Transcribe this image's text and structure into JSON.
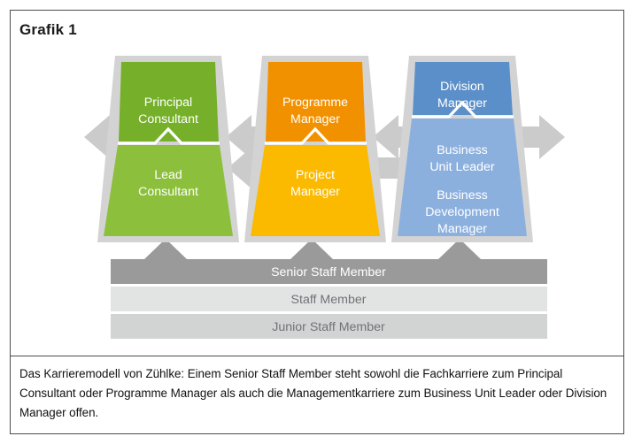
{
  "figure": {
    "title": "Grafik 1",
    "caption": "Das Karrieremodell von Zühlke: Einem Senior Staff Member steht sowohl die Fachkarriere zum Principal Consultant oder Programme Manager als auch die Managementkarriere zum Business Unit Leader oder Division Manager offen."
  },
  "colors": {
    "border": "#4d4d4d",
    "title": "#1a1a1a",
    "caption": "#111111",
    "green_dark": "#76b02a",
    "green_light": "#8cc03c",
    "orange_dark": "#f29100",
    "orange_light": "#fbba00",
    "blue_dark": "#5b8fc9",
    "blue_light": "#8cb0de",
    "column_outline": "#d0d0d0",
    "arrow": "#cccccc",
    "bar_senior_bg": "#9a9a9a",
    "bar_senior_text": "#ffffff",
    "bar_staff_bg": "#e2e3e3",
    "bar_junior_bg": "#d2d4d4",
    "bar_text_grey": "#6f7375",
    "divider": "#ffffff"
  },
  "columns": [
    {
      "id": "consultant-column",
      "accent": "green",
      "top": {
        "name": "principal-consultant",
        "lines": [
          "Principal",
          "Consultant"
        ],
        "color": "#76b02a"
      },
      "bottom": {
        "name": "lead-consultant",
        "lines": [
          "Lead",
          "Consultant"
        ],
        "color": "#8cc03c"
      }
    },
    {
      "id": "manager-column",
      "accent": "orange",
      "top": {
        "name": "programme-manager",
        "lines": [
          "Programme",
          "Manager"
        ],
        "color": "#f29100"
      },
      "bottom": {
        "name": "project-manager",
        "lines": [
          "Project",
          "Manager"
        ],
        "color": "#fbba00"
      }
    },
    {
      "id": "management-column",
      "accent": "blue",
      "top": {
        "name": "division-manager",
        "lines": [
          "Division",
          "Manager"
        ],
        "color": "#5b8fc9"
      },
      "bottom": {
        "name": "business-unit-leader",
        "lines": [
          "Business",
          "Unit Leader",
          "",
          "Business",
          "Development",
          "Manager"
        ],
        "color": "#8cb0de"
      }
    }
  ],
  "base_bars": [
    {
      "id": "senior-staff-member",
      "label": "Senior Staff Member",
      "bg": "#9a9a9a",
      "text": "#ffffff"
    },
    {
      "id": "staff-member",
      "label": "Staff Member",
      "bg": "#e2e3e3",
      "text": "#6f7375"
    },
    {
      "id": "junior-staff-member",
      "label": "Junior Staff Member",
      "bg": "#d2d4d4",
      "text": "#6f7375"
    }
  ],
  "arrows": [
    {
      "id": "arrow-left-outer",
      "direction": "left"
    },
    {
      "id": "arrow-green-orange-left",
      "direction": "left"
    },
    {
      "id": "arrow-green-orange-right",
      "direction": "right"
    },
    {
      "id": "arrow-orange-blue-left",
      "direction": "left"
    },
    {
      "id": "arrow-orange-blue-right",
      "direction": "right"
    },
    {
      "id": "arrow-right-outer",
      "direction": "right"
    },
    {
      "id": "arrow-up-consultant",
      "direction": "up"
    },
    {
      "id": "arrow-up-manager",
      "direction": "up"
    },
    {
      "id": "arrow-up-management",
      "direction": "up"
    }
  ]
}
